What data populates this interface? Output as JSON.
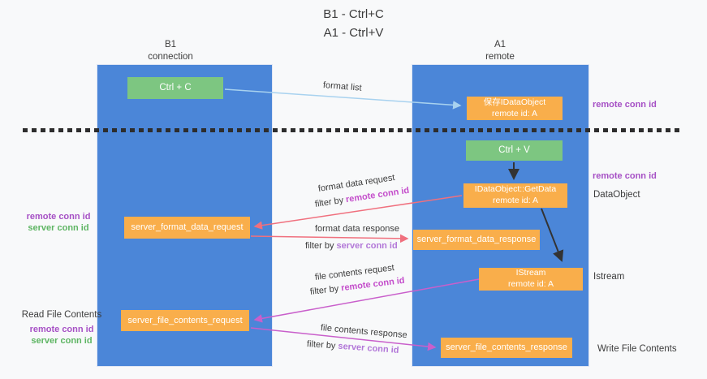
{
  "title": {
    "line1": "B1 - Ctrl+C",
    "line2": "A1 - Ctrl+V"
  },
  "lanes": {
    "left": {
      "name": "B1",
      "subtitle": "connection"
    },
    "right": {
      "name": "A1",
      "subtitle": "remote"
    }
  },
  "nodes": {
    "ctrl_c": {
      "label": "Ctrl + C"
    },
    "save_idataobject": {
      "line1": "保存IDataObject",
      "line2": "remote id: A"
    },
    "ctrl_v": {
      "label": "Ctrl + V"
    },
    "getdata": {
      "line1": "IDataObject::GetData",
      "line2": "remote id: A"
    },
    "format_request": {
      "label": "server_format_data_request"
    },
    "format_response": {
      "label": "server_format_data_response"
    },
    "istream": {
      "line1": "IStream",
      "line2": "remote id: A"
    },
    "file_request": {
      "label": "server_file_contents_request"
    },
    "file_response": {
      "label": "server_file_contents_response"
    }
  },
  "annotations": {
    "remote_conn_id": "remote conn id",
    "server_conn_id": "server conn id",
    "dataobject": "DataObject",
    "istream": "Istream",
    "read_file_contents": "Read File Contents",
    "write_file_contents": "Write File Contents"
  },
  "arrow_labels": {
    "format_list": "format list",
    "format_data_request": "format data request",
    "format_data_response": "format data response",
    "file_contents_request": "file contents request",
    "file_contents_response": "file contents response",
    "filter_by": "filter by "
  },
  "colors": {
    "lane_blue": "#4b86d8",
    "node_green": "#7dc681",
    "node_orange": "#f9ae4b",
    "arrow_light_blue": "#a8d2ef",
    "arrow_pink": "#f0707e",
    "arrow_magenta": "#c95fcb",
    "arrow_black": "#333333",
    "remote_conn_purple": "#a650c5",
    "server_conn_green": "#5eb563",
    "filter_remote_magenta": "#c44ecb",
    "filter_server_violet": "#b277d8",
    "background": "#f8f9fa"
  }
}
